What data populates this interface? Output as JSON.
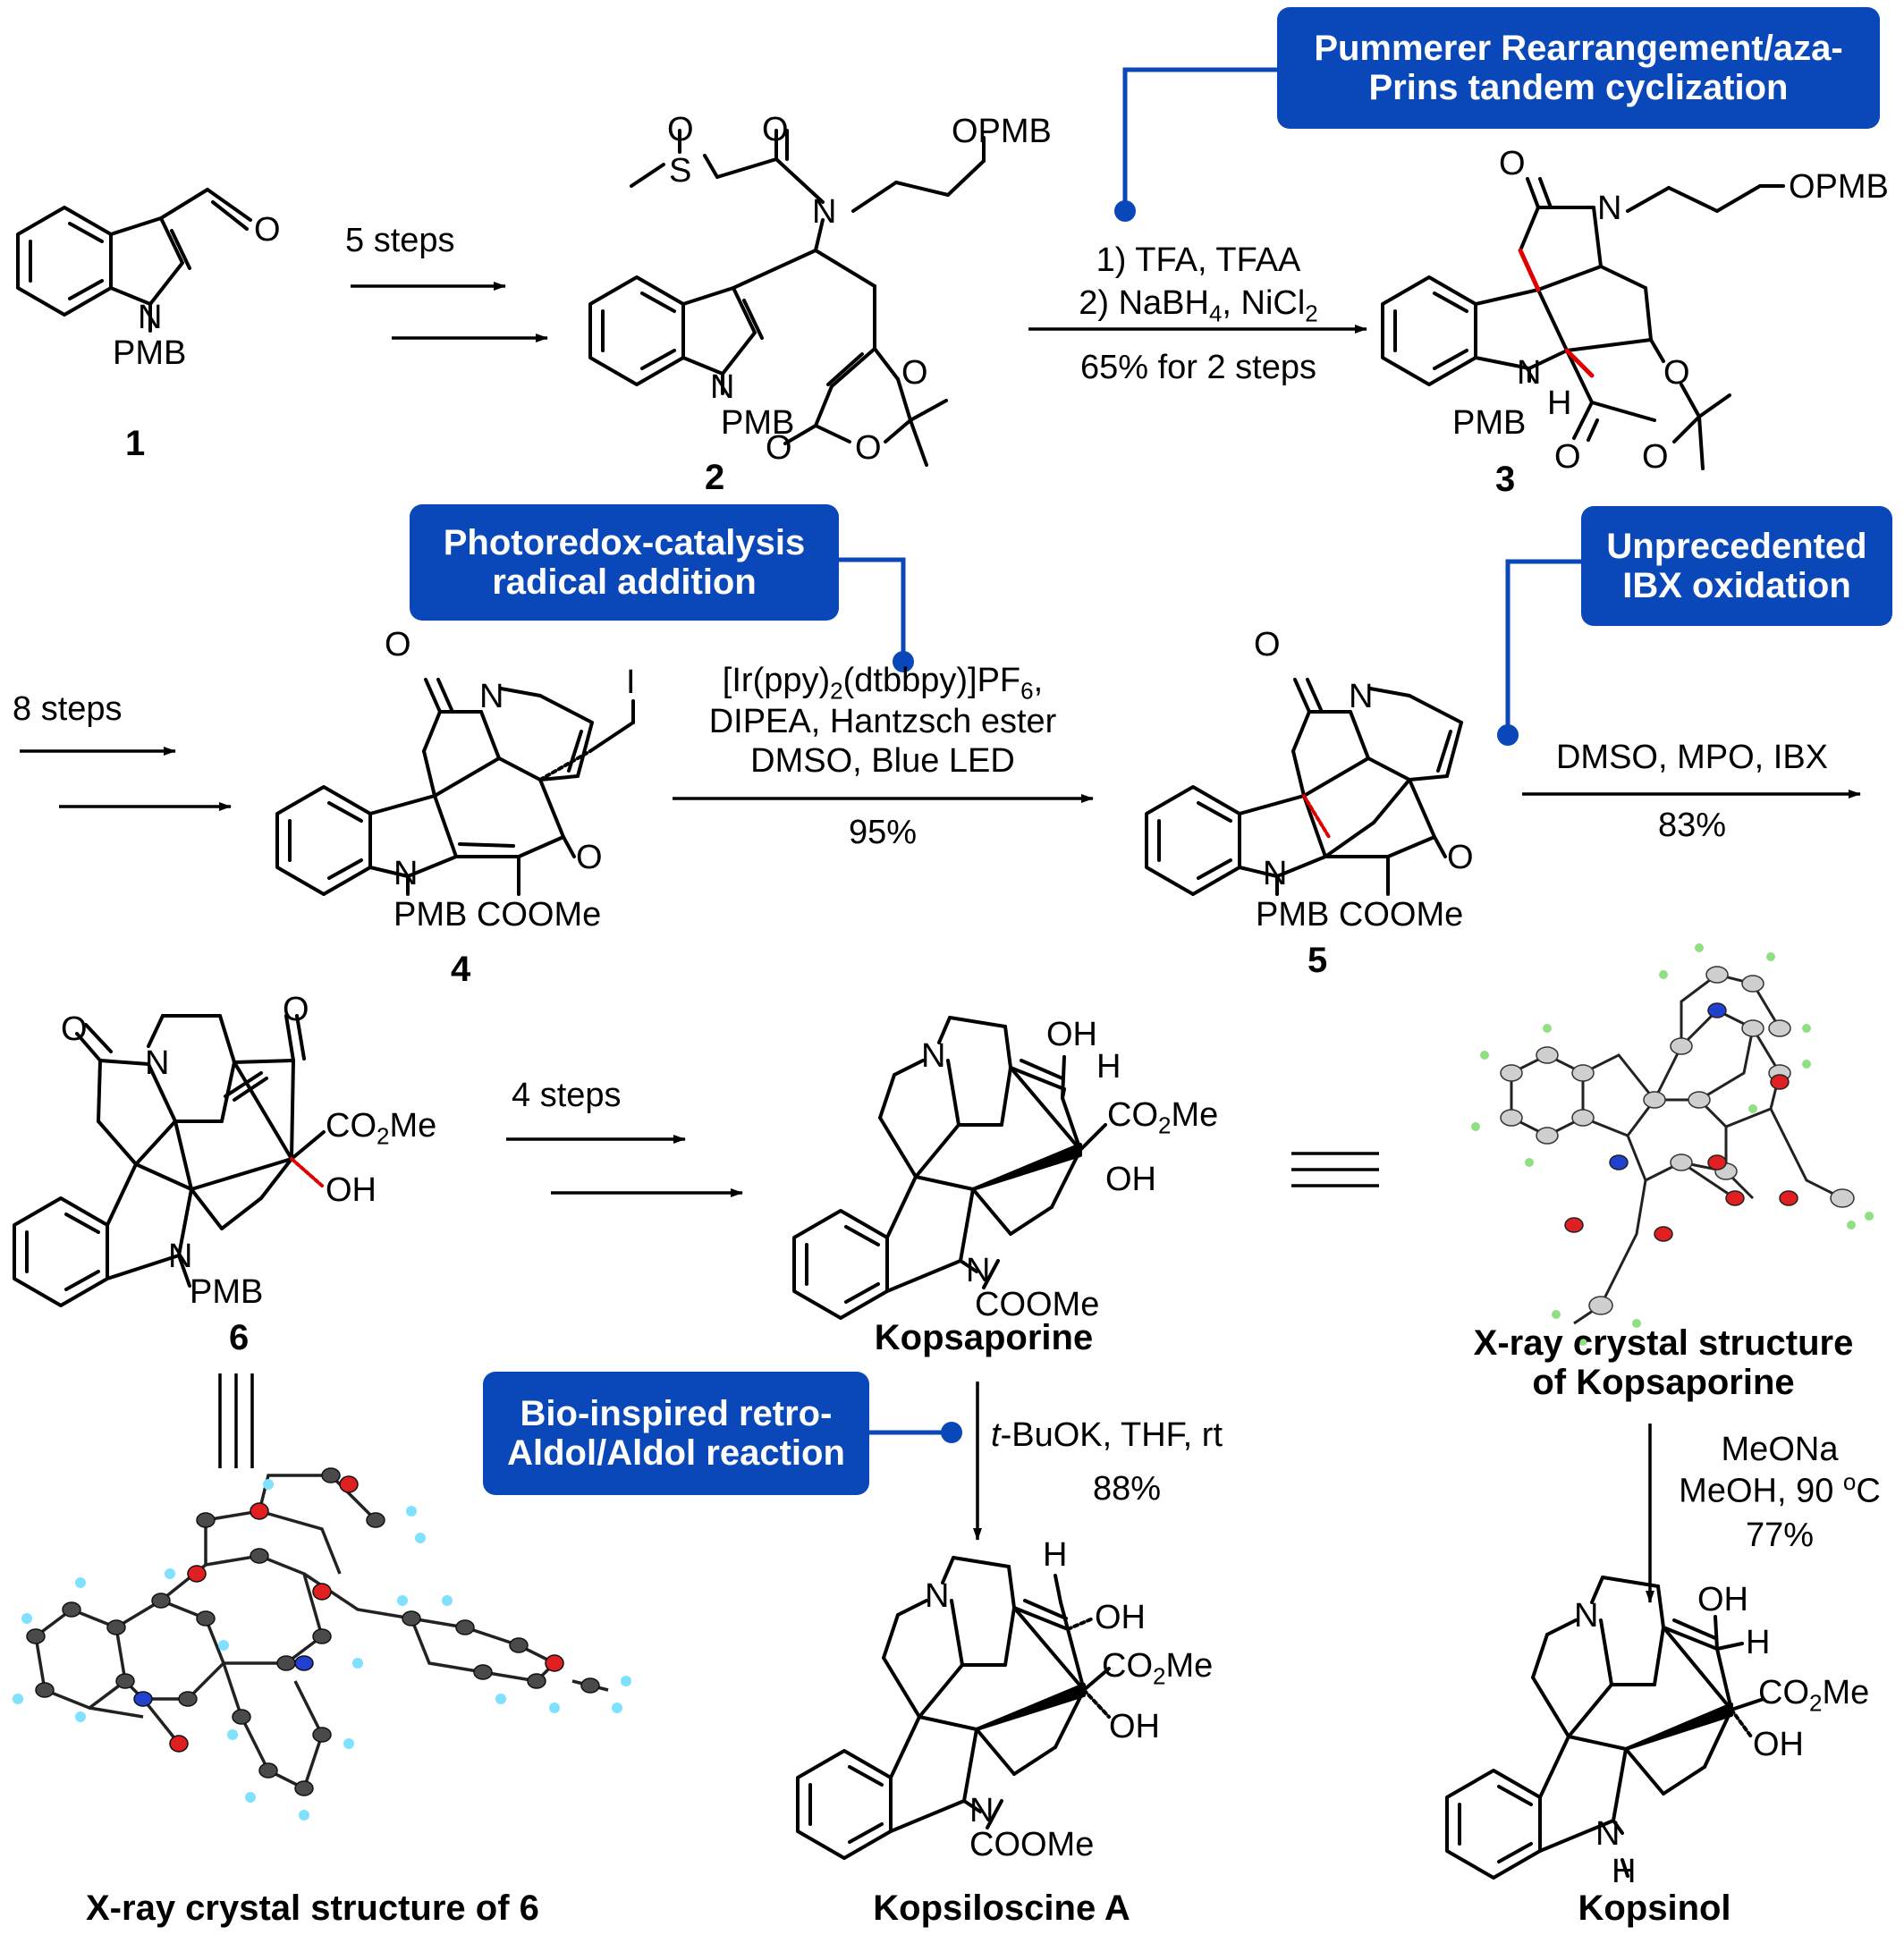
{
  "compounds": {
    "c1": "1",
    "c2": "2",
    "c3": "3",
    "c4": "4",
    "c5": "5",
    "c6": "6",
    "kopsaporine": "Kopsaporine",
    "kopsiloscine": "Kopsiloscine A",
    "kopsinol": "Kopsinol",
    "xray6": "X-ray crystal structure of 6",
    "xrayKop_l1": "X-ray crystal structure",
    "xrayKop_l2": "of Kopsaporine"
  },
  "callouts": {
    "pummerer_l1": "Pummerer Rearrangement/aza-",
    "pummerer_l2": "Prins tandem cyclization",
    "photoredox_l1": "Photoredox-catalysis",
    "photoredox_l2": "radical addition",
    "ibx_l1": "Unprecedented",
    "ibx_l2": "IBX oxidation",
    "bio_l1": "Bio-inspired retro-",
    "bio_l2": "Aldol/Aldol reaction"
  },
  "conditions": {
    "s1": "5 steps",
    "s2_l1": "1) TFA, TFAA",
    "s2_l2a": "2) NaBH",
    "s2_l2b": "4",
    "s2_l2c": ", NiCl",
    "s2_l2d": "2",
    "s2_yield": "65% for 2 steps",
    "s3": "8 steps",
    "s4_l1a": "[Ir(ppy)",
    "s4_l1b": "2",
    "s4_l1c": "(dtbbpy)]PF",
    "s4_l1d": "6",
    "s4_l1e": ",",
    "s4_l2": "DIPEA, Hantzsch ester",
    "s4_l3": "DMSO, Blue LED",
    "s4_yield": "95%",
    "s5": "DMSO, MPO, IBX",
    "s5_yield": "83%",
    "s6": "4 steps",
    "s7_a": "t",
    "s7_b": "-BuOK, THF, rt",
    "s7_yield": "88%",
    "s8_l1": "MeONa",
    "s8_l2a": "MeOH, 90 ",
    "s8_l2b": "o",
    "s8_l2c": "C",
    "s8_yield": "77%"
  },
  "atoms": {
    "O": "O",
    "N": "N",
    "S": "S",
    "H": "H",
    "I": "I",
    "PMB": "PMB",
    "OPMB": "OPMB",
    "OH": "OH",
    "CO2Me_a": "CO",
    "CO2Me_b": "2",
    "CO2Me_c": "Me",
    "COOMe": "COOMe",
    "PMB_COOMe": "PMB COOMe"
  },
  "colors": {
    "callout": "#0a47b8",
    "callout_text": "#ffffff",
    "highlight_bond": "#e00000",
    "atom_N": "#2040d0",
    "atom_O": "#e02020",
    "atom_H_light": "#7fe0ff",
    "atom_H_green": "#8ee080"
  }
}
